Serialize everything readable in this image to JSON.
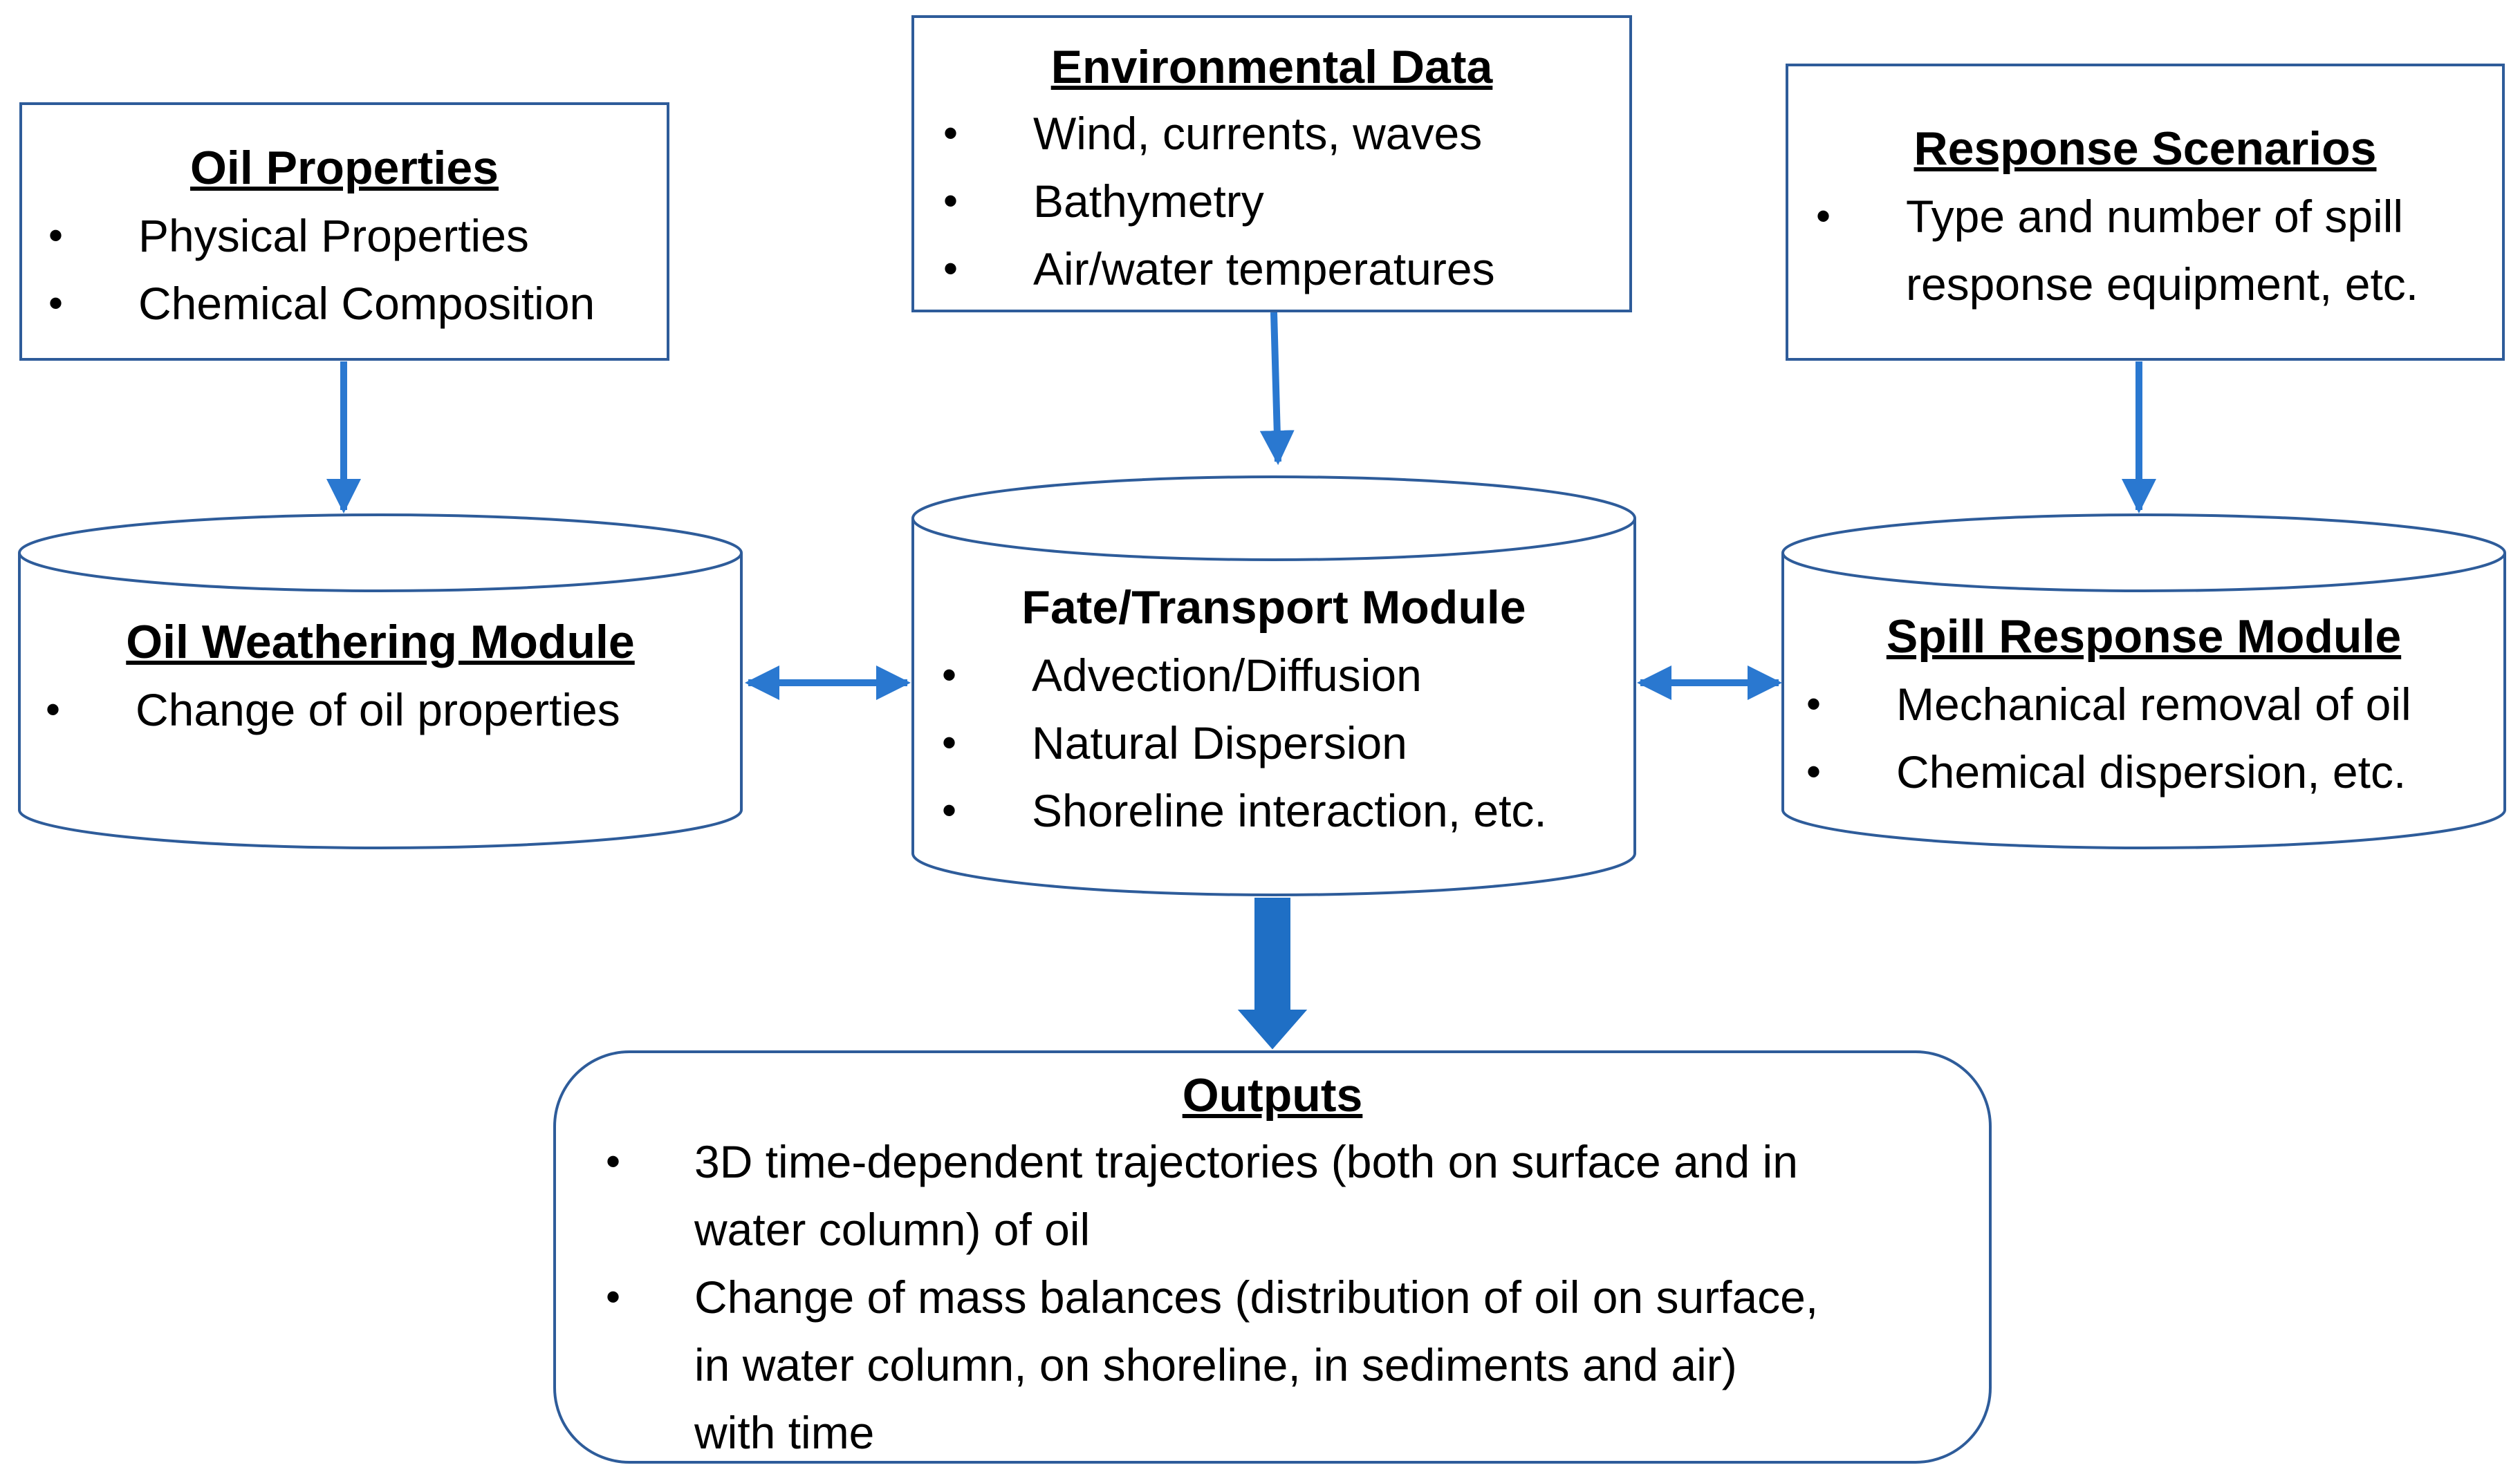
{
  "diagram": {
    "oil_properties": {
      "title": "Oil Properties",
      "items": [
        "Physical Properties",
        "Chemical Composition"
      ]
    },
    "environmental_data": {
      "title": "Environmental Data",
      "items": [
        "Wind, currents, waves",
        "Bathymetry",
        "Air/water temperatures"
      ]
    },
    "response_scenarios": {
      "title": "Response Scenarios",
      "items": [
        "Type and number of spill",
        "response equipment, etc."
      ]
    },
    "oil_weathering_module": {
      "title": "Oil Weathering Module",
      "items": [
        "Change of oil properties"
      ]
    },
    "fate_transport_module": {
      "title": "Fate/Transport Module",
      "items": [
        "Advection/Diffusion",
        "Natural Dispersion",
        "Shoreline interaction, etc."
      ]
    },
    "spill_response_module": {
      "title": "Spill Response Module",
      "items": [
        "Mechanical removal of oil",
        "Chemical dispersion, etc."
      ]
    },
    "outputs": {
      "title": "Outputs",
      "items": [
        {
          "lines": [
            "3D time-dependent trajectories (both on surface and in",
            "water column) of oil"
          ]
        },
        {
          "lines": [
            "Change of mass balances (distribution of oil on surface,",
            "in water column, on shoreline, in sediments and air)",
            "with time"
          ]
        }
      ]
    },
    "bullet": "•",
    "colors": {
      "border": "#2e5c9a",
      "arrow": "#2a78d0",
      "big_arrow": "#1f6fc5"
    }
  }
}
